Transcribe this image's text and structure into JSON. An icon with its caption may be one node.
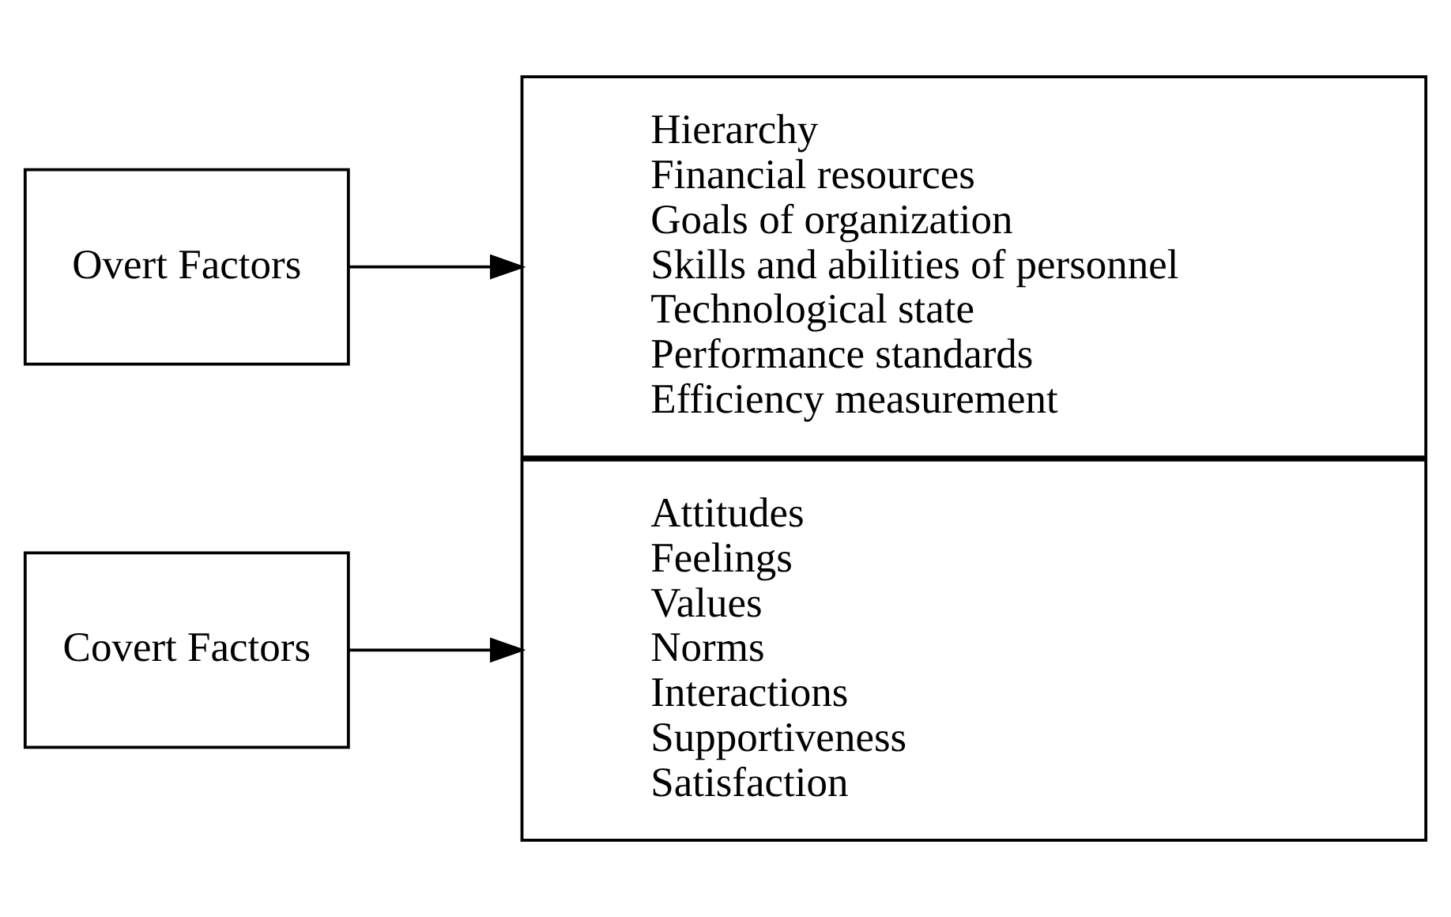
{
  "diagram": {
    "nodes": [
      {
        "text": [
          "Overt Factors"
        ]
      },
      {
        "text": [
          "Hierarchy",
          "Financial resources",
          "Goals of organization",
          "Skills and abilities of personnel",
          "Technological state",
          "Performance standards",
          "Efficiency measurement"
        ]
      },
      {
        "text": [
          "Covert Factors"
        ]
      },
      {
        "text": [
          "Attitudes",
          "Feelings",
          "Values",
          "Norms",
          "Interactions",
          "Supportiveness",
          "Satisfaction"
        ]
      }
    ],
    "edges": [
      {
        "from": 0,
        "to": 1,
        "arrow": "to"
      },
      {
        "from": 2,
        "to": 3,
        "arrow": "to"
      }
    ]
  }
}
